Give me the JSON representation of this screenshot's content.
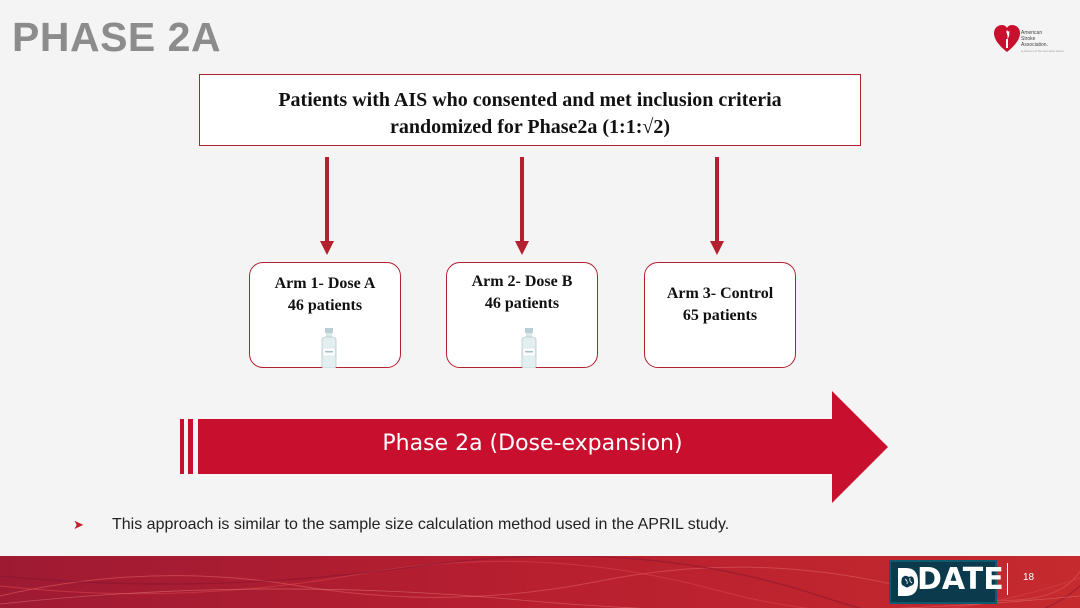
{
  "slide": {
    "title": "PHASE 2A",
    "page_number": "18"
  },
  "logo": {
    "line1": "American",
    "line2": "Stroke",
    "line3": "Association.",
    "subline": "A division of the American Heart Association"
  },
  "top_box": {
    "line1": "Patients with AIS who consented and met inclusion criteria",
    "line2": "randomized for Phase2a  (1:1:√2)"
  },
  "arms": [
    {
      "label": "Arm 1- Dose A",
      "patients": "46 patients"
    },
    {
      "label": "Arm 2- Dose B",
      "patients": "46 patients"
    },
    {
      "label": "Arm 3- Control",
      "patients": "65 patients"
    }
  ],
  "phase_banner": "Phase 2a (Dose-expansion)",
  "note": "This approach is similar to the sample size calculation method used in the APRIL study.",
  "footer_logo": "DATE",
  "colors": {
    "accent_red": "#b3202e",
    "title_gray": "#8c8c8c",
    "footer_teal": "#0b3a4c"
  }
}
